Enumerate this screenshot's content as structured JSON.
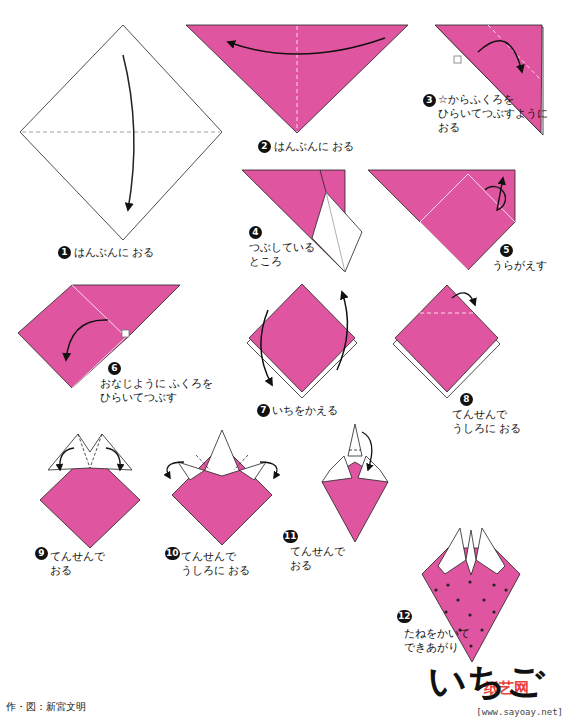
{
  "diagram": {
    "title": "いちご",
    "labels": [
      "1",
      "はんぶんに おる",
      "2",
      "はんぶんに おる",
      "3",
      "☆からふくろを ひらいてつぶすように おる",
      "4",
      "つぶしている ところ",
      "5",
      "うらがえす",
      "6",
      "おなじように ふくろを ひらいてつぶす",
      "7",
      "いちをかえる",
      "8",
      "てんせんで うしろに おる",
      "9",
      "てんせんで おる",
      "10",
      "てんせんで うしろに おる",
      "11",
      "てんせんで おる",
      "12",
      "たねをかいて できあがり",
      "作・図：新宮文明",
      "纸艺网",
      "[www.sayoay.net]"
    ]
  }
}
